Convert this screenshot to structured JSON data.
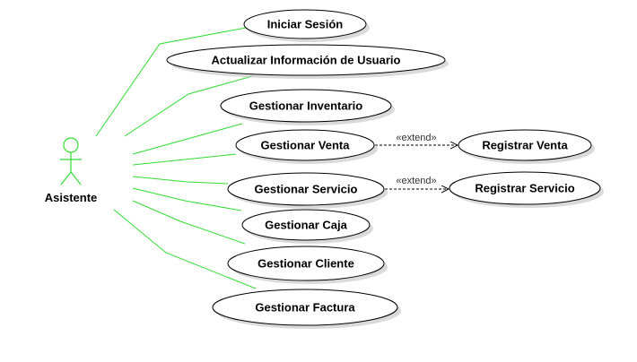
{
  "diagram": {
    "type": "use-case",
    "colors": {
      "association": "#33dd33",
      "actor": "#33dd33",
      "ellipse_stroke": "#000000",
      "ellipse_fill": "#ffffff",
      "shadow": "#bbbbbb",
      "extend": "#000000"
    },
    "actor": {
      "id": "asistente",
      "name": "Asistente"
    },
    "use_cases": [
      {
        "id": "iniciar_sesion",
        "label": "Iniciar Sesión"
      },
      {
        "id": "actualizar_info",
        "label": "Actualizar Información de Usuario"
      },
      {
        "id": "gestionar_inventario",
        "label": "Gestionar Inventario"
      },
      {
        "id": "gestionar_venta",
        "label": "Gestionar Venta"
      },
      {
        "id": "gestionar_servicio",
        "label": "Gestionar Servicio"
      },
      {
        "id": "gestionar_caja",
        "label": "Gestionar Caja"
      },
      {
        "id": "gestionar_cliente",
        "label": "Gestionar Cliente"
      },
      {
        "id": "gestionar_factura",
        "label": "Gestionar Factura"
      },
      {
        "id": "registrar_venta",
        "label": "Registrar Venta"
      },
      {
        "id": "registrar_servicio",
        "label": "Registrar Servicio"
      }
    ],
    "associations": [
      {
        "from": "asistente",
        "to": "iniciar_sesion"
      },
      {
        "from": "asistente",
        "to": "actualizar_info"
      },
      {
        "from": "asistente",
        "to": "gestionar_inventario"
      },
      {
        "from": "asistente",
        "to": "gestionar_venta"
      },
      {
        "from": "asistente",
        "to": "gestionar_servicio"
      },
      {
        "from": "asistente",
        "to": "gestionar_caja"
      },
      {
        "from": "asistente",
        "to": "gestionar_cliente"
      },
      {
        "from": "asistente",
        "to": "gestionar_factura"
      }
    ],
    "extends": [
      {
        "from": "gestionar_venta",
        "to": "registrar_venta",
        "label": "«extend»"
      },
      {
        "from": "gestionar_servicio",
        "to": "registrar_servicio",
        "label": "«extend»"
      }
    ]
  }
}
